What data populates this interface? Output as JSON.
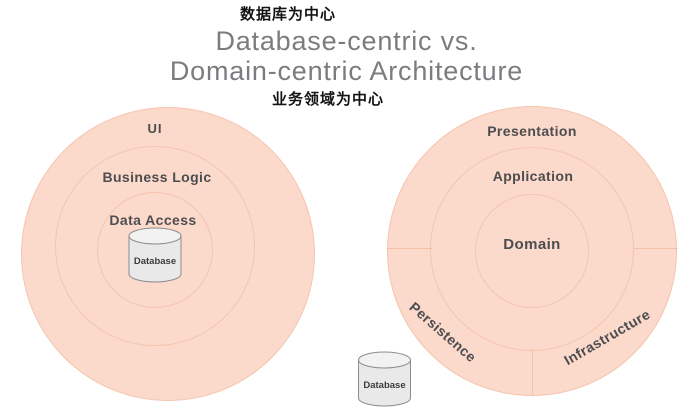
{
  "header": {
    "subtitle_top": "数据库为中心",
    "title_line1": "Database-centric vs.",
    "title_line2": "Domain-centric Architecture",
    "subtitle_bottom": "业务领域为中心"
  },
  "left_diagram": {
    "name": "database-centric",
    "layers": [
      "UI",
      "Business Logic",
      "Data Access"
    ],
    "database_label": "Database"
  },
  "right_diagram": {
    "name": "domain-centric",
    "layers": [
      "Presentation",
      "Application",
      "Domain"
    ],
    "bottom_left_segment": "Persistence",
    "bottom_right_segment": "Infrastructure",
    "database_label": "Database"
  },
  "colors": {
    "circle_fill": "#fbd9cb",
    "circle_stroke": "#eeac8c",
    "label_text": "#4d4d4f",
    "title_text": "#7b7c7f",
    "subtitle_text": "#141414",
    "cylinder_fill": "#e9e9e9",
    "cylinder_top_fill": "#f2f2f2",
    "cylinder_stroke": "#8d8d8d"
  }
}
